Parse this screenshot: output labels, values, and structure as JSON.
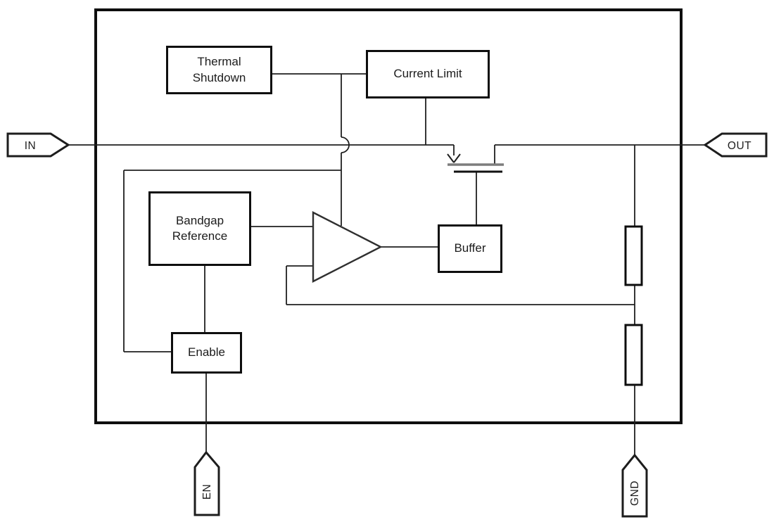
{
  "diagram": {
    "blocks": {
      "thermal_shutdown": {
        "label": "Thermal Shutdown"
      },
      "current_limit": {
        "label": "Current Limit"
      },
      "bandgap_reference": {
        "label": "Bandgap Reference"
      },
      "buffer": {
        "label": "Buffer"
      },
      "enable": {
        "label": "Enable"
      }
    },
    "pins": {
      "in": {
        "label": "IN"
      },
      "out": {
        "label": "OUT"
      },
      "en": {
        "label": "EN"
      },
      "gnd": {
        "label": "GND"
      }
    },
    "components": {
      "error_amplifier": "op-amp triangle",
      "pass_transistor": "pmos pass element",
      "feedback_resistor_top": "resistor",
      "feedback_resistor_bottom": "resistor"
    },
    "colors": {
      "wire": "#1f1f1f",
      "block_border": "#0e0e0e",
      "chip_border": "#0e0e0e",
      "transistor_channel_bar": "#7d7d7d",
      "background": "#ffffff",
      "text": "#1c1c1c"
    }
  }
}
